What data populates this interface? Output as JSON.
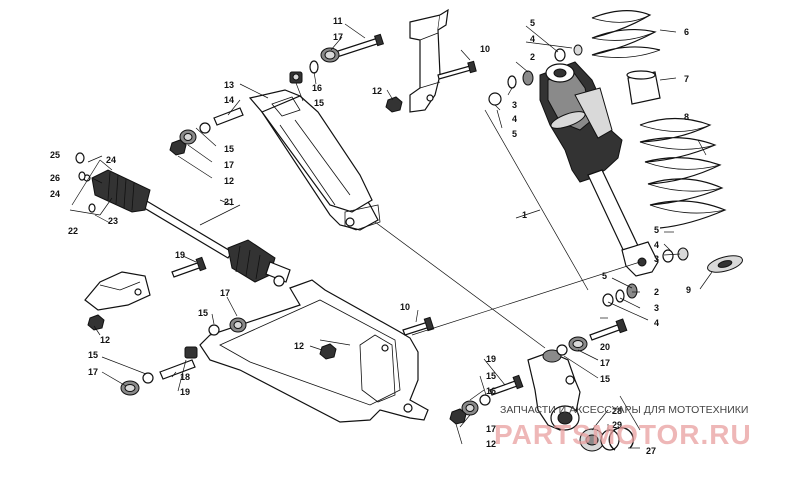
{
  "labels": {
    "l11": "11",
    "l17a": "17",
    "l16": "16",
    "l15a": "15",
    "l13": "13",
    "l14": "14",
    "l15b": "15",
    "l17b": "17",
    "l12a": "12",
    "l10a": "10",
    "l12b": "12",
    "l2a": "2",
    "l3a": "3",
    "l4a": "4",
    "l5a": "5",
    "l5b": "5",
    "l4b": "4",
    "l6": "6",
    "l7": "7",
    "l8": "8",
    "l25": "25",
    "l24a": "24",
    "l26": "26",
    "l24b": "24",
    "l23": "23",
    "l22": "22",
    "l21": "21",
    "l1": "1",
    "l19a": "19",
    "l17c": "17",
    "l15c": "15",
    "l12c": "12",
    "l10b": "10",
    "l12d": "12",
    "l15d": "15",
    "l17d": "17",
    "l18": "18",
    "l19b": "19",
    "l5c": "5",
    "l4c": "4",
    "l3b": "3",
    "l9": "9",
    "l5d": "5",
    "l2b": "2",
    "l3c": "3",
    "l4d": "4",
    "l20": "20",
    "l17e": "17",
    "l15e": "15",
    "l19c": "19",
    "l15f": "15",
    "l16b": "16",
    "l12e": "12",
    "l17f": "17",
    "l28": "28",
    "l29": "29",
    "l27": "27"
  },
  "watermark": {
    "tagline": "ЗАПЧАСТИ И АКСЕССУАРЫ ДЛЯ МОТОТЕХНИКИ",
    "logo": "PARTSMOTOR.RU"
  }
}
